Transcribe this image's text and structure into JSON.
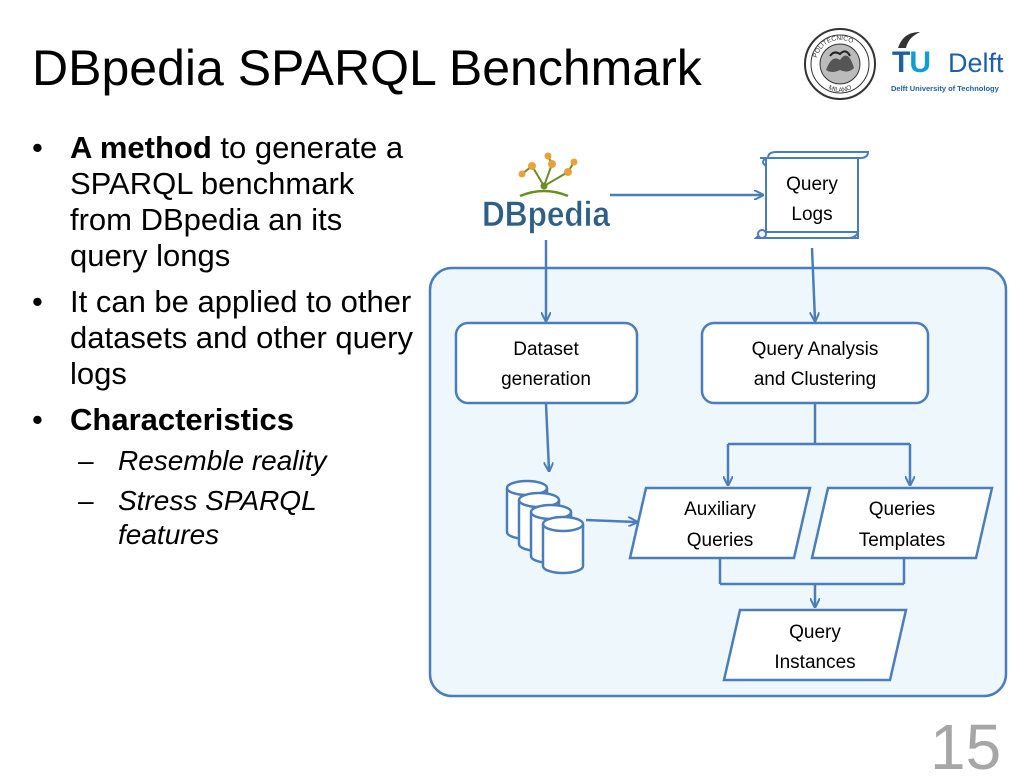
{
  "slide": {
    "title": "DBpedia SPARQL Benchmark",
    "page_number": "15"
  },
  "logos": {
    "polimi": {
      "text_top": "POLITECNICO",
      "text_bottom": "MILANO"
    },
    "tudelft": {
      "mark_t": "T",
      "mark_u": "U",
      "name": "Delft",
      "subtitle": "Delft University of Technology"
    }
  },
  "bullets": [
    {
      "bold": "A method",
      "text": " to generate a SPARQL benchmark from DBpedia an its query longs"
    },
    {
      "bold": "",
      "text": "It can be applied to other datasets and other query logs"
    },
    {
      "bold": "Characteristics",
      "text": ""
    }
  ],
  "sub_bullets": [
    {
      "dash": "–",
      "text": "Resemble reality"
    },
    {
      "dash": "–",
      "text": "Stress SPARQL features"
    }
  ],
  "diagram": {
    "dbpedia_logo": "DBpedia",
    "colors": {
      "stroke": "#4a7ebb",
      "panel_fill": "#eef7fb",
      "node_fill": "#ffffff",
      "arrow": "#4a7ebb"
    },
    "nodes": {
      "query_logs": {
        "line1": "Query",
        "line2": "Logs"
      },
      "dataset_generation": {
        "line1": "Dataset",
        "line2": "generation"
      },
      "query_analysis": {
        "line1": "Query Analysis",
        "line2": "and Clustering"
      },
      "auxiliary_queries": {
        "line1": "Auxiliary",
        "line2": "Queries"
      },
      "queries_templates": {
        "line1": "Queries",
        "line2": "Templates"
      },
      "query_instances": {
        "line1": "Query",
        "line2": "Instances"
      }
    }
  }
}
